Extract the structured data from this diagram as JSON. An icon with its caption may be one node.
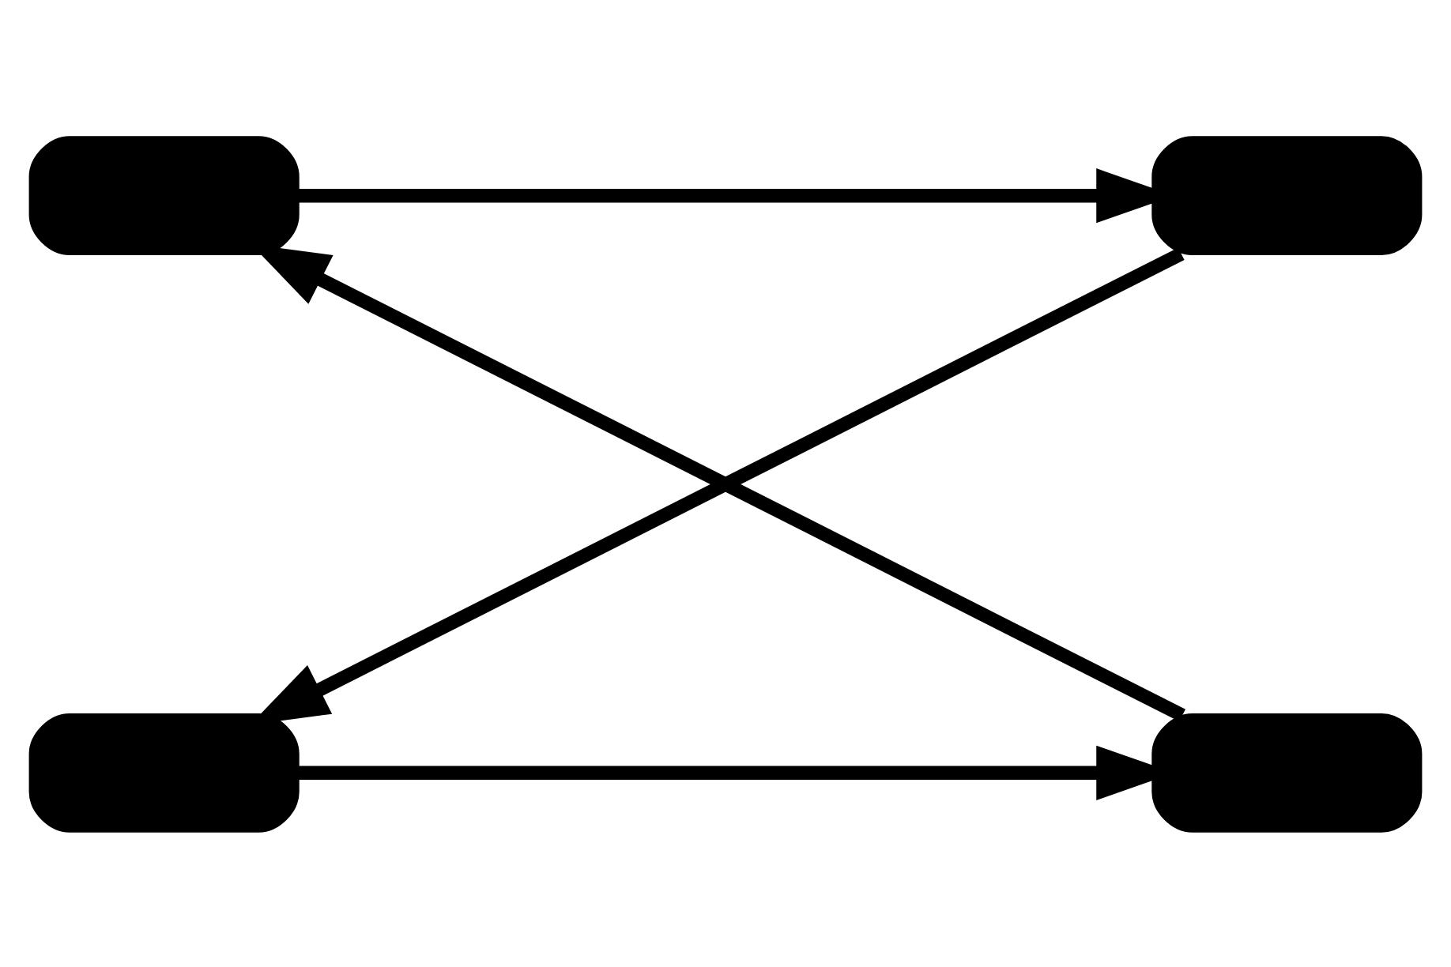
{
  "diagram": {
    "nodes": [
      {
        "text": [],
        "shape": "box"
      },
      {
        "text": [],
        "shape": "box"
      },
      {
        "text": [],
        "shape": "box"
      },
      {
        "text": [],
        "shape": "box"
      }
    ],
    "edges": [
      {
        "from": 0,
        "to": 1,
        "arrow": "to"
      },
      {
        "from": 1,
        "to": 2,
        "arrow": "to"
      },
      {
        "from": 2,
        "to": 3,
        "arrow": "to"
      },
      {
        "from": 3,
        "to": 0,
        "arrow": "to"
      }
    ]
  }
}
